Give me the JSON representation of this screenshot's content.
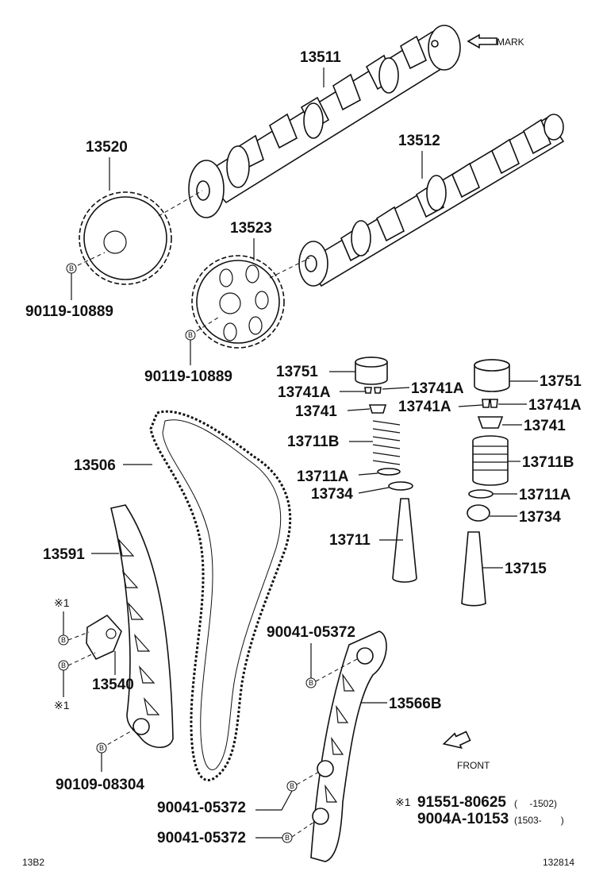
{
  "labels": {
    "cam_intake": "13511",
    "cam_exhaust": "13512",
    "sprocket_intake": "13520",
    "sprocket_exhaust": "13523",
    "bolt_1": "90119-10889",
    "bolt_2": "90119-10889",
    "lifter_left": "13751",
    "lifter_right": "13751",
    "keeper_left_a": "13741A",
    "keeper_left_b": "13741A",
    "keeper_right_a": "13741A",
    "keeper_right_b": "13741A",
    "retainer_left": "13741",
    "retainer_right": "13741",
    "spring_left": "13711B",
    "spring_right": "13711B",
    "seat_left": "13711A",
    "seat_right": "13711A",
    "seal_left": "13734",
    "seal_right": "13734",
    "intake_valve": "13711",
    "exhaust_valve": "13715",
    "chain": "13506",
    "slipper_guide": "13591",
    "tensioner": "13540",
    "tensioner_bolt_top": "※1",
    "tensioner_bolt_bottom": "※1",
    "bolt_guide_top": "90041-05372",
    "chain_guide": "13566B",
    "bolt_slipper": "90109-08304",
    "bolt_guide_mid": "90041-05372",
    "bolt_guide_bottom": "90041-05372"
  },
  "mark_text": "MARK",
  "front_text": "FRONT",
  "bolt_symbol": "B",
  "footnote": {
    "symbol": "※1",
    "line1_part": "91551-80625",
    "line1_range": "(　 -1502)",
    "line2_part": "9004A-10153",
    "line2_range": "(1503-　　)"
  },
  "page_code_left": "13B2",
  "page_code_right": "132814"
}
